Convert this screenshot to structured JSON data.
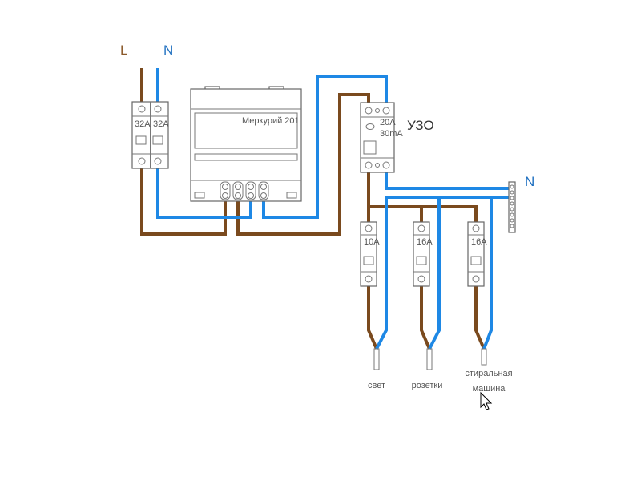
{
  "labels": {
    "phase": "L",
    "neutral_top": "N",
    "neutral_bus": "N",
    "rcd": "УЗО"
  },
  "meter": {
    "name": "Меркурий 201"
  },
  "main_breaker": {
    "ratings": [
      "32A",
      "32A"
    ]
  },
  "rcd_device": {
    "rating": "20A",
    "leakage": "30mA"
  },
  "breakers": [
    {
      "rating": "10A",
      "load": "свет"
    },
    {
      "rating": "16A",
      "load": "розетки"
    },
    {
      "rating": "16A",
      "load": "стиральная машина",
      "load_line1": "стиральная",
      "load_line2": "машина"
    }
  ],
  "colors": {
    "phase_wire": "#7a4a1e",
    "neutral_wire": "#1e88e5",
    "phase_label": "#8b5a2b",
    "neutral_label": "#1e6fc0"
  },
  "icons": {
    "cursor": "mouse-pointer-icon"
  }
}
